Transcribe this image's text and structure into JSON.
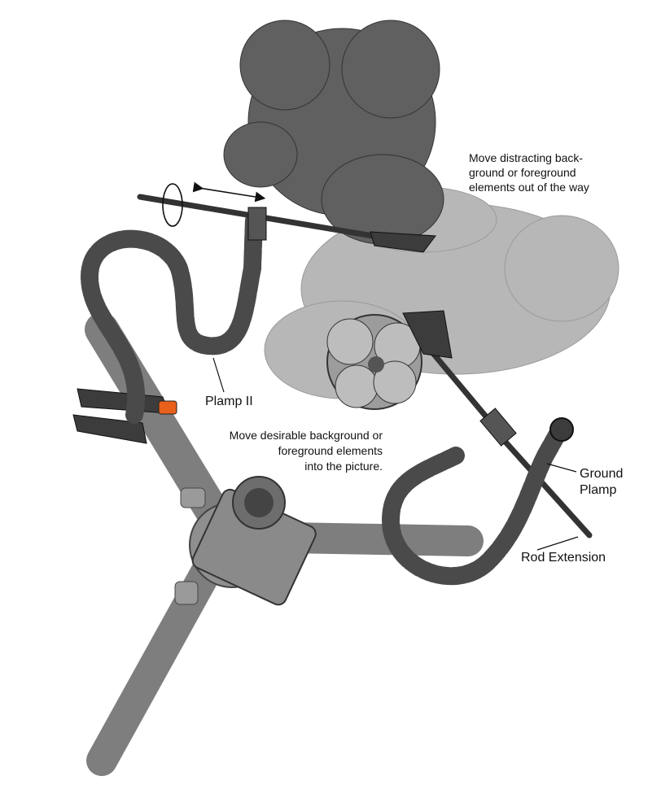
{
  "labels": {
    "plamp_ii": "Plamp II",
    "move_distracting": "Move distracting back-\nground or foreground\nelements out of the way",
    "move_desirable": "Move desirable background or\nforeground elements\ninto the picture.",
    "ground_plamp": "Ground\nPlamp",
    "rod_extension": "Rod Extension"
  },
  "colors": {
    "tripod": "#8a8a8a",
    "arm": "#4a4a4a",
    "foliage_dark": "#555555",
    "foliage_light": "#b5b5b5",
    "clamp_accent": "#e8601c"
  }
}
